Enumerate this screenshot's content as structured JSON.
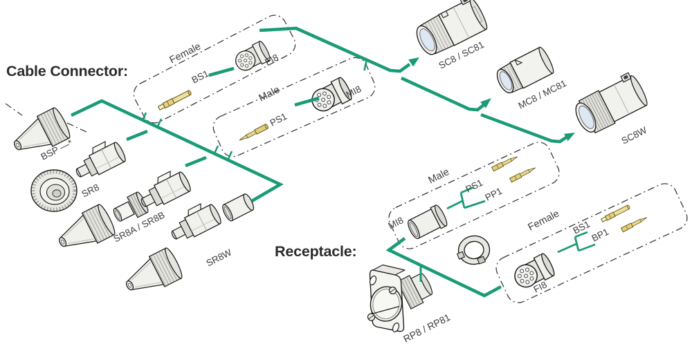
{
  "titles": {
    "cable": "Cable Connector:",
    "receptacle": "Receptacle:"
  },
  "cable_parts": {
    "bsp": "BSP —*",
    "sr8": "SR8",
    "sr8ab": "SR8A / SR8B",
    "sr8w": "SR8W"
  },
  "cable_kits": {
    "female": {
      "heading": "Female",
      "contact": "BS1",
      "insert": "FI8"
    },
    "male": {
      "heading": "Male",
      "contact": "PS1",
      "insert": "MI8"
    }
  },
  "assembled": {
    "sc8": "SC8 / SC81",
    "mc8": "MC8 / MC81",
    "sc8w": "SC8W"
  },
  "receptacle_kits": {
    "male": {
      "heading": "Male",
      "insert": "MI8",
      "solder": "PS1",
      "pcb": "PP1"
    },
    "female": {
      "heading": "Female",
      "solder": "BS1",
      "pcb": "BP1",
      "insert": "FI8"
    }
  },
  "receptacle_part": "RP8 / RP81",
  "colors": {
    "accent_green": "#1A9B77",
    "outline": "#1F1F1F",
    "dashdot": "#3B3B3B",
    "body_gray": "#F1F1ED",
    "face_blue": "#DDE8F4",
    "pin_gold": "#E8D68E",
    "title_text": "#2B2B2B",
    "label_text": "#3D3D3D"
  }
}
